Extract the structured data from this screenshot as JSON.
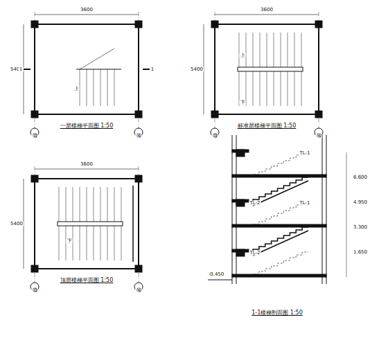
{
  "diagram": {
    "labels": [
      "3600",
      "3600",
      "3600",
      "5400",
      "5400",
      "5400",
      "⑬",
      "⑭",
      "⑬",
      "⑭",
      "⑬",
      "⑭",
      "1",
      "1",
      "上",
      "上",
      "下",
      "下",
      "一层楼梯平面图 1:50",
      "标准层楼梯平面图 1:50",
      "顶层楼梯平面图 1:50",
      "1-1楼梯剖面图 1:50",
      "TL-1",
      "TL-1",
      "TL-2",
      "TL-2",
      "-0.450",
      "1.650",
      "3.300",
      "4.950",
      "6.600"
    ]
  }
}
